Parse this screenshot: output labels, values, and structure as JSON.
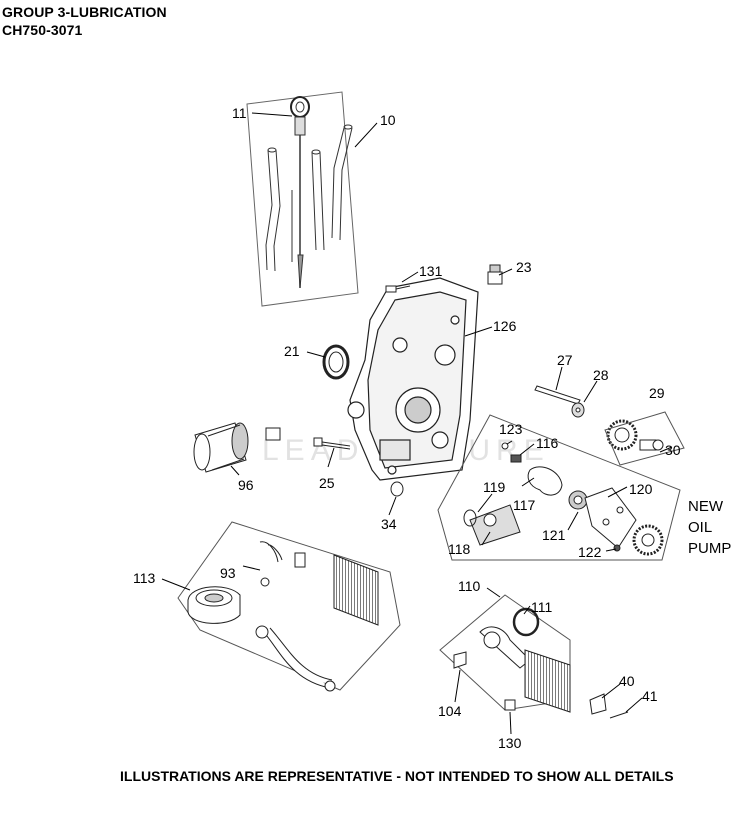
{
  "header": {
    "title": "GROUP 3-LUBRICATION",
    "model": "CH750-3071"
  },
  "footer": {
    "disclaimer": "ILLUSTRATIONS ARE REPRESENTATIVE - NOT INTENDED TO SHOW ALL DETAILS"
  },
  "watermark": "LEADVENTURE",
  "new_pump_note": [
    "NEW",
    "OIL",
    "PUMP"
  ],
  "parts": [
    {
      "id": "p11",
      "number": "11"
    },
    {
      "id": "p10",
      "number": "10"
    },
    {
      "id": "p131",
      "number": "131"
    },
    {
      "id": "p23",
      "number": "23"
    },
    {
      "id": "p126",
      "number": "126"
    },
    {
      "id": "p21",
      "number": "21"
    },
    {
      "id": "p27",
      "number": "27"
    },
    {
      "id": "p28",
      "number": "28"
    },
    {
      "id": "p29",
      "number": "29"
    },
    {
      "id": "p123",
      "number": "123"
    },
    {
      "id": "p116",
      "number": "116"
    },
    {
      "id": "p30",
      "number": "30"
    },
    {
      "id": "p96",
      "number": "96"
    },
    {
      "id": "p25",
      "number": "25"
    },
    {
      "id": "p119",
      "number": "119"
    },
    {
      "id": "p117",
      "number": "117"
    },
    {
      "id": "p120",
      "number": "120"
    },
    {
      "id": "p34",
      "number": "34"
    },
    {
      "id": "p121",
      "number": "121"
    },
    {
      "id": "p118",
      "number": "118"
    },
    {
      "id": "p122",
      "number": "122"
    },
    {
      "id": "p93",
      "number": "93"
    },
    {
      "id": "p113",
      "number": "113"
    },
    {
      "id": "p110",
      "number": "110"
    },
    {
      "id": "p111",
      "number": "111"
    },
    {
      "id": "p40",
      "number": "40"
    },
    {
      "id": "p41",
      "number": "41"
    },
    {
      "id": "p104",
      "number": "104"
    },
    {
      "id": "p130",
      "number": "130"
    }
  ]
}
